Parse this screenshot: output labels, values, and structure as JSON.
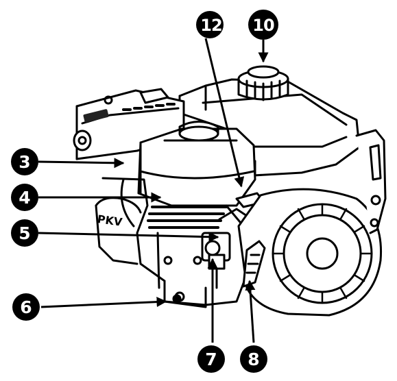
{
  "callouts": [
    {
      "id": "10",
      "text": "10"
    },
    {
      "id": "12",
      "text": "12"
    },
    {
      "id": "3",
      "text": "3"
    },
    {
      "id": "4",
      "text": "4"
    },
    {
      "id": "5",
      "text": "5"
    },
    {
      "id": "6",
      "text": "6"
    },
    {
      "id": "7",
      "text": "7"
    },
    {
      "id": "8",
      "text": "8"
    }
  ],
  "engine_casting_text": "PKV",
  "colors": {
    "ink": "#000000",
    "paper": "#ffffff",
    "shade": "#e8e8e8"
  }
}
